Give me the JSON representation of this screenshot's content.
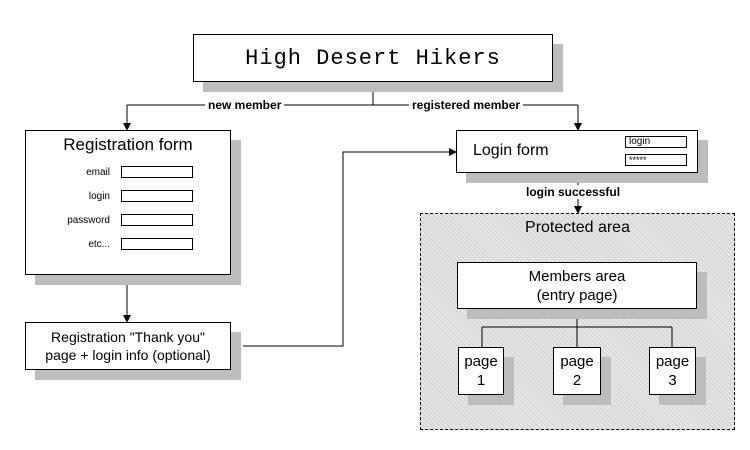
{
  "title": "High Desert Hikers",
  "edges": {
    "new_member": "new member",
    "registered_member": "registered member",
    "login_successful": "login successful"
  },
  "registration_form": {
    "title": "Registration form",
    "fields": [
      "email",
      "login",
      "password",
      "etc..."
    ]
  },
  "thank_you": {
    "line1": "Registration \"Thank you\"",
    "line2": "page + login info (optional)"
  },
  "login_form": {
    "title": "Login form",
    "login_value": "login",
    "password_value": "*****"
  },
  "protected_area": {
    "title": "Protected area",
    "members_line1": "Members area",
    "members_line2": "(entry page)",
    "pages": [
      {
        "line1": "page",
        "line2": "1"
      },
      {
        "line1": "page",
        "line2": "2"
      },
      {
        "line1": "page",
        "line2": "3"
      }
    ]
  },
  "colors": {
    "shadow": "#bdbdbd",
    "line": "#000000",
    "background": "#ffffff"
  }
}
